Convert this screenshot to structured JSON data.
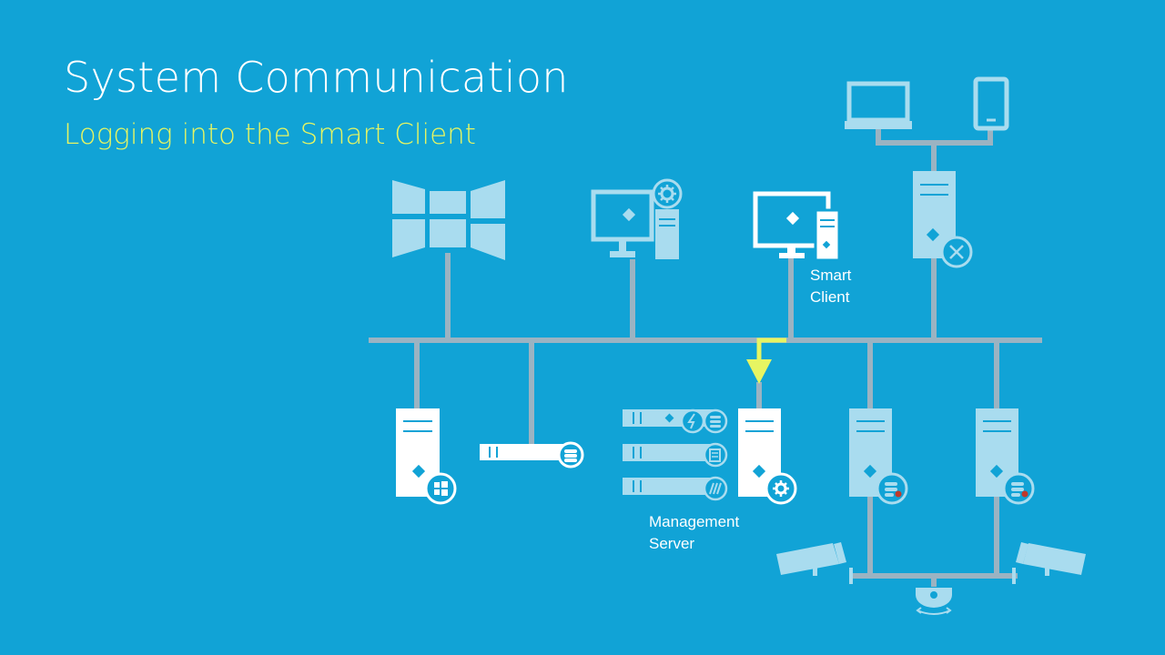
{
  "slide": {
    "title": "System Communication",
    "subtitle": "Logging into the Smart Client"
  },
  "labels": {
    "smart_client_line1": "Smart",
    "smart_client_line2": "Client",
    "management_server_line1": "Management",
    "management_server_line2": "Server"
  },
  "colors": {
    "background": "#11a3d6",
    "network_line": "#9bb3c2",
    "highlight_arrow": "#e6f562",
    "active_device": "#ffffff",
    "faded_device": "#a9dcef"
  },
  "icons": [
    "laptop-icon",
    "tablet-icon",
    "mobile-server-icon",
    "windows-logo-icon",
    "client-workstation-icon",
    "smart-client-workstation-icon",
    "active-directory-server-icon",
    "database-storage-icon",
    "event-server-icon",
    "log-server-icon",
    "sql-server-icon",
    "management-server-icon",
    "recording-server-icon",
    "failover-recording-server-icon",
    "camera-left-icon",
    "dome-camera-icon",
    "camera-right-icon"
  ]
}
